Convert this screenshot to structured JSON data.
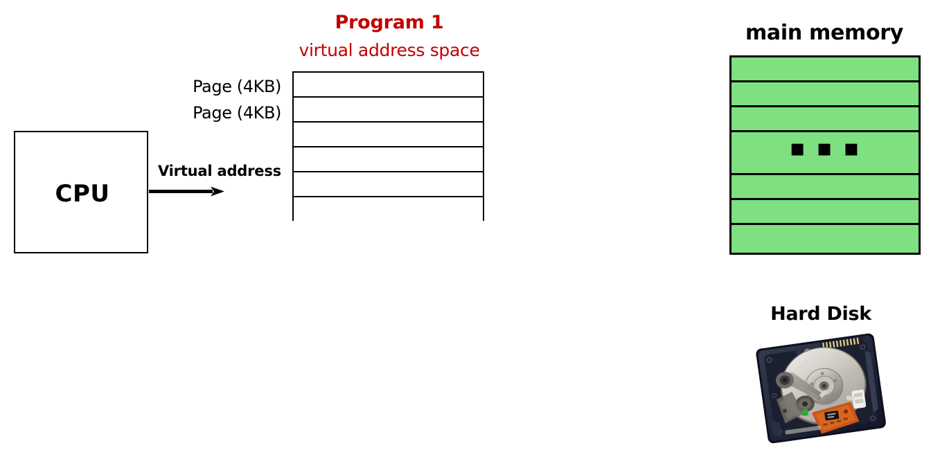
{
  "diagram": {
    "program": {
      "title": "Program 1",
      "subtitle": "virtual address space",
      "title_color": "#C00000",
      "pages": [
        {
          "label": "Page (4KB)"
        },
        {
          "label": "Page (4KB)"
        }
      ],
      "address_space_rows": 6
    },
    "cpu": {
      "label": "CPU"
    },
    "arrow": {
      "label": "Virtual address",
      "icon": "right-arrow-icon"
    },
    "main_memory": {
      "title": "main memory",
      "fill_color": "#7EE081",
      "ellipsis": "▪ ▪ ▪",
      "frames": [
        {
          "height": 36,
          "content": ""
        },
        {
          "height": 36,
          "content": ""
        },
        {
          "height": 36,
          "content": ""
        },
        {
          "height": 62,
          "content": "..."
        },
        {
          "height": 36,
          "content": ""
        },
        {
          "height": 36,
          "content": ""
        },
        {
          "height": 36,
          "content": ""
        }
      ]
    },
    "hard_disk": {
      "title": "Hard Disk",
      "icon": "hard-disk-photo"
    }
  }
}
